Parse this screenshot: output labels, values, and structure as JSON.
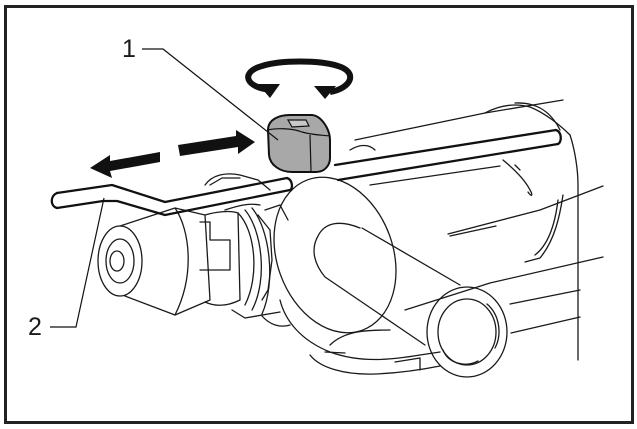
{
  "figure": {
    "description": "Rotary hammer with side handle and depth gauge; callouts indicate a clamp knob and depth rod",
    "callouts": [
      {
        "number": "1",
        "part": "clamp-knob"
      },
      {
        "number": "2",
        "part": "depth-rod"
      }
    ],
    "arrows": [
      {
        "type": "rotation",
        "meaning": "turn knob to loosen/tighten"
      },
      {
        "type": "double-linear",
        "meaning": "slide depth rod back and forth"
      }
    ],
    "colors": {
      "ink": "#1a1a1a",
      "knob_fill": "#a8a8a8",
      "background": "#ffffff",
      "frame": "#222222"
    }
  }
}
